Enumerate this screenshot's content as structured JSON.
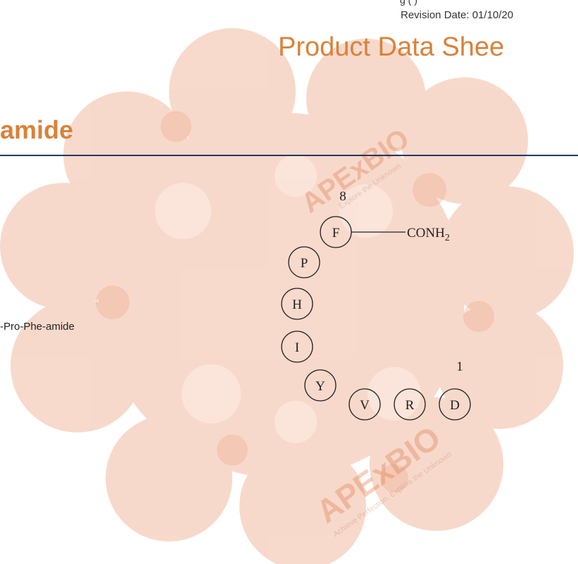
{
  "header": {
    "top_cut_text": "g (  )",
    "revision_date": "Revision Date: 01/10/20",
    "document_type": "Product Data Shee"
  },
  "product": {
    "name_fragment": "amide",
    "sequence_fragment": "-Pro-Phe-amide"
  },
  "watermark": {
    "brand": "APExBIO",
    "tagline": "Explore the Unknown",
    "tagline_alt": "Achieve Perfection. Explore the Unknown"
  },
  "structure": {
    "residues": [
      "F",
      "P",
      "H",
      "I",
      "Y",
      "V",
      "R",
      "D"
    ],
    "c_terminus_label": "8",
    "n_terminus_label": "1",
    "c_terminal_group": "CONH",
    "c_terminal_subscript": "2"
  },
  "colors": {
    "accent": "#d9823b",
    "rule": "#1f3864",
    "blob": "#f6d3c3"
  }
}
